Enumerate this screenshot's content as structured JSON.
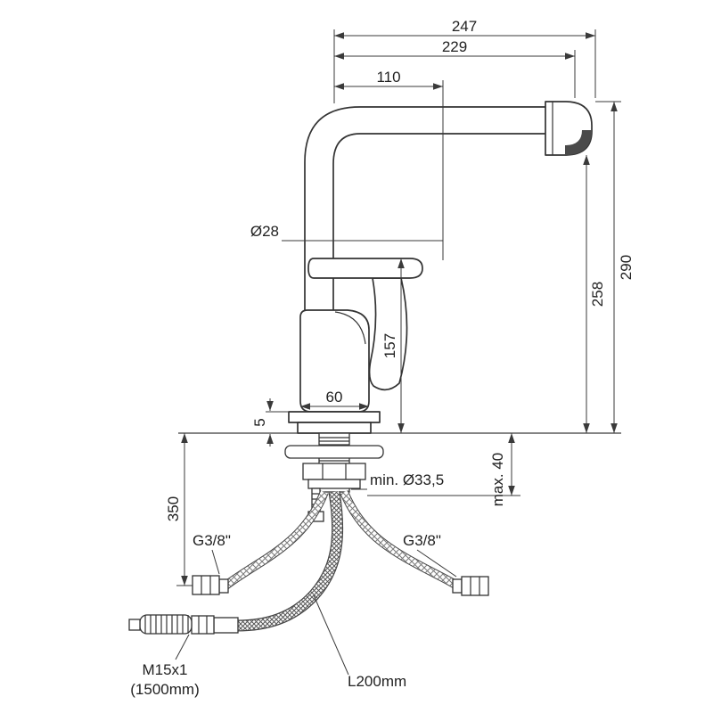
{
  "drawing": {
    "kind": "kitchen-faucet-dimension-drawing",
    "line_color": "#3a3a3a",
    "labels": {
      "reach_overall": "247",
      "reach_spout": "229",
      "reach_inner": "110",
      "pipe_diameter": "Ø28",
      "height_overall": "290",
      "height_spout": "258",
      "height_handle": "157",
      "body_width": "60",
      "base_plate_thickness": "5",
      "under_counter_drop": "350",
      "hole_min_diameter": "min. Ø33,5",
      "counter_max_thickness": "max. 40",
      "hose_left_thread": "G3/8\"",
      "hose_right_thread": "G3/8\"",
      "pullout_thread": "M15x1",
      "pullout_hose_length": "(1500mm)",
      "hose_length": "L200mm"
    }
  }
}
